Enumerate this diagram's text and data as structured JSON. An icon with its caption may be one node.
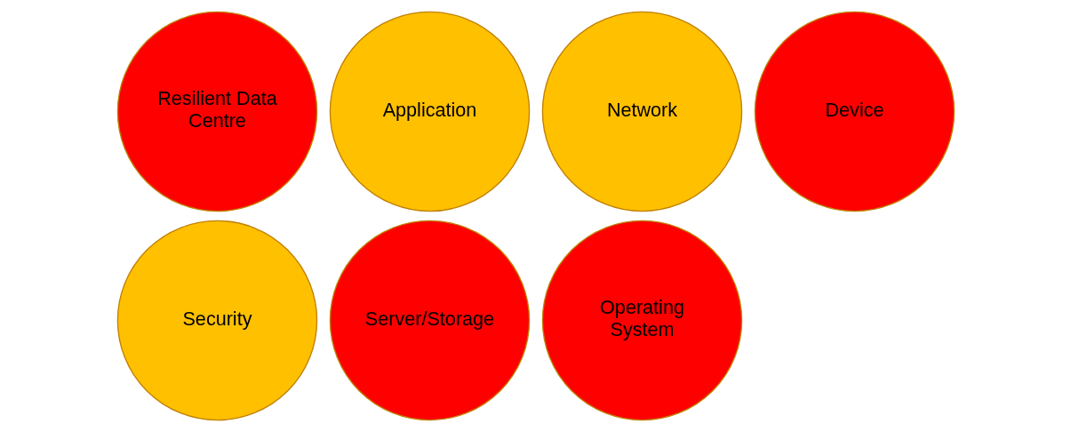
{
  "diagram": {
    "nodes": [
      {
        "text": [
          "Resilient Data Centre"
        ]
      },
      {
        "text": [
          "Application"
        ]
      },
      {
        "text": [
          "Network"
        ]
      },
      {
        "text": [
          "Device"
        ]
      },
      {
        "text": [
          "Security"
        ]
      },
      {
        "text": [
          "Server/Storage"
        ]
      },
      {
        "text": [
          "Operating System"
        ]
      }
    ]
  }
}
